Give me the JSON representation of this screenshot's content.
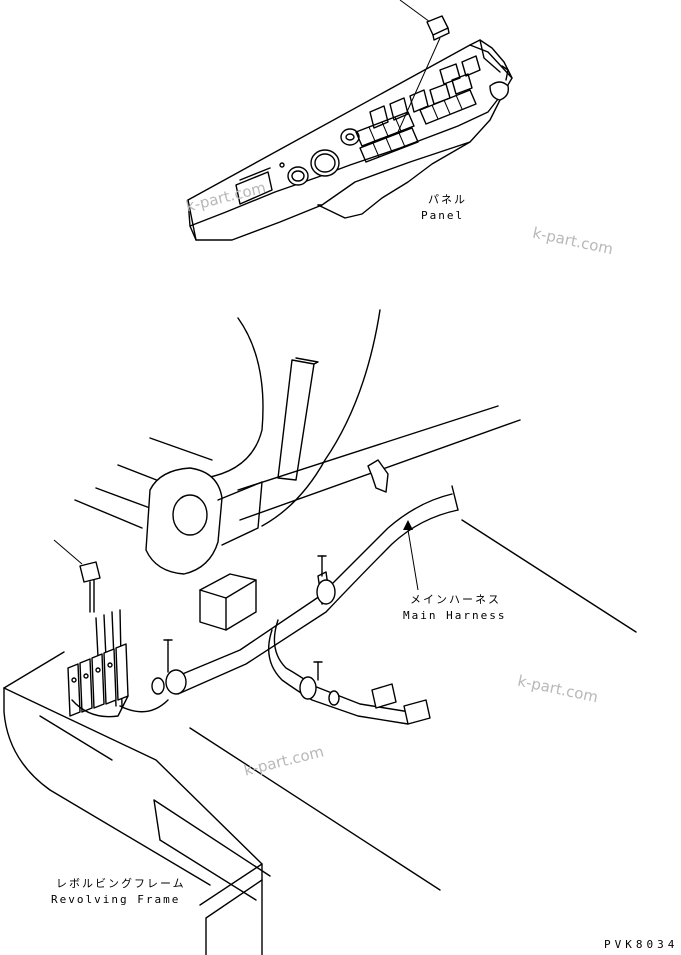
{
  "labels": {
    "panel_jp": "パネル",
    "panel_en": "Panel",
    "harness_jp": "メインハーネス",
    "harness_en": "Main Harness",
    "frame_jp": "レボルビングフレーム",
    "frame_en": "Revolving Frame",
    "drawing_code": "PVK8034"
  },
  "watermarks": [
    "k-part.com",
    "k-part.com",
    "k-part.com",
    "k-part.com"
  ],
  "colors": {
    "line": "#000000",
    "watermark": "#b8b8b8",
    "background": "#ffffff"
  }
}
